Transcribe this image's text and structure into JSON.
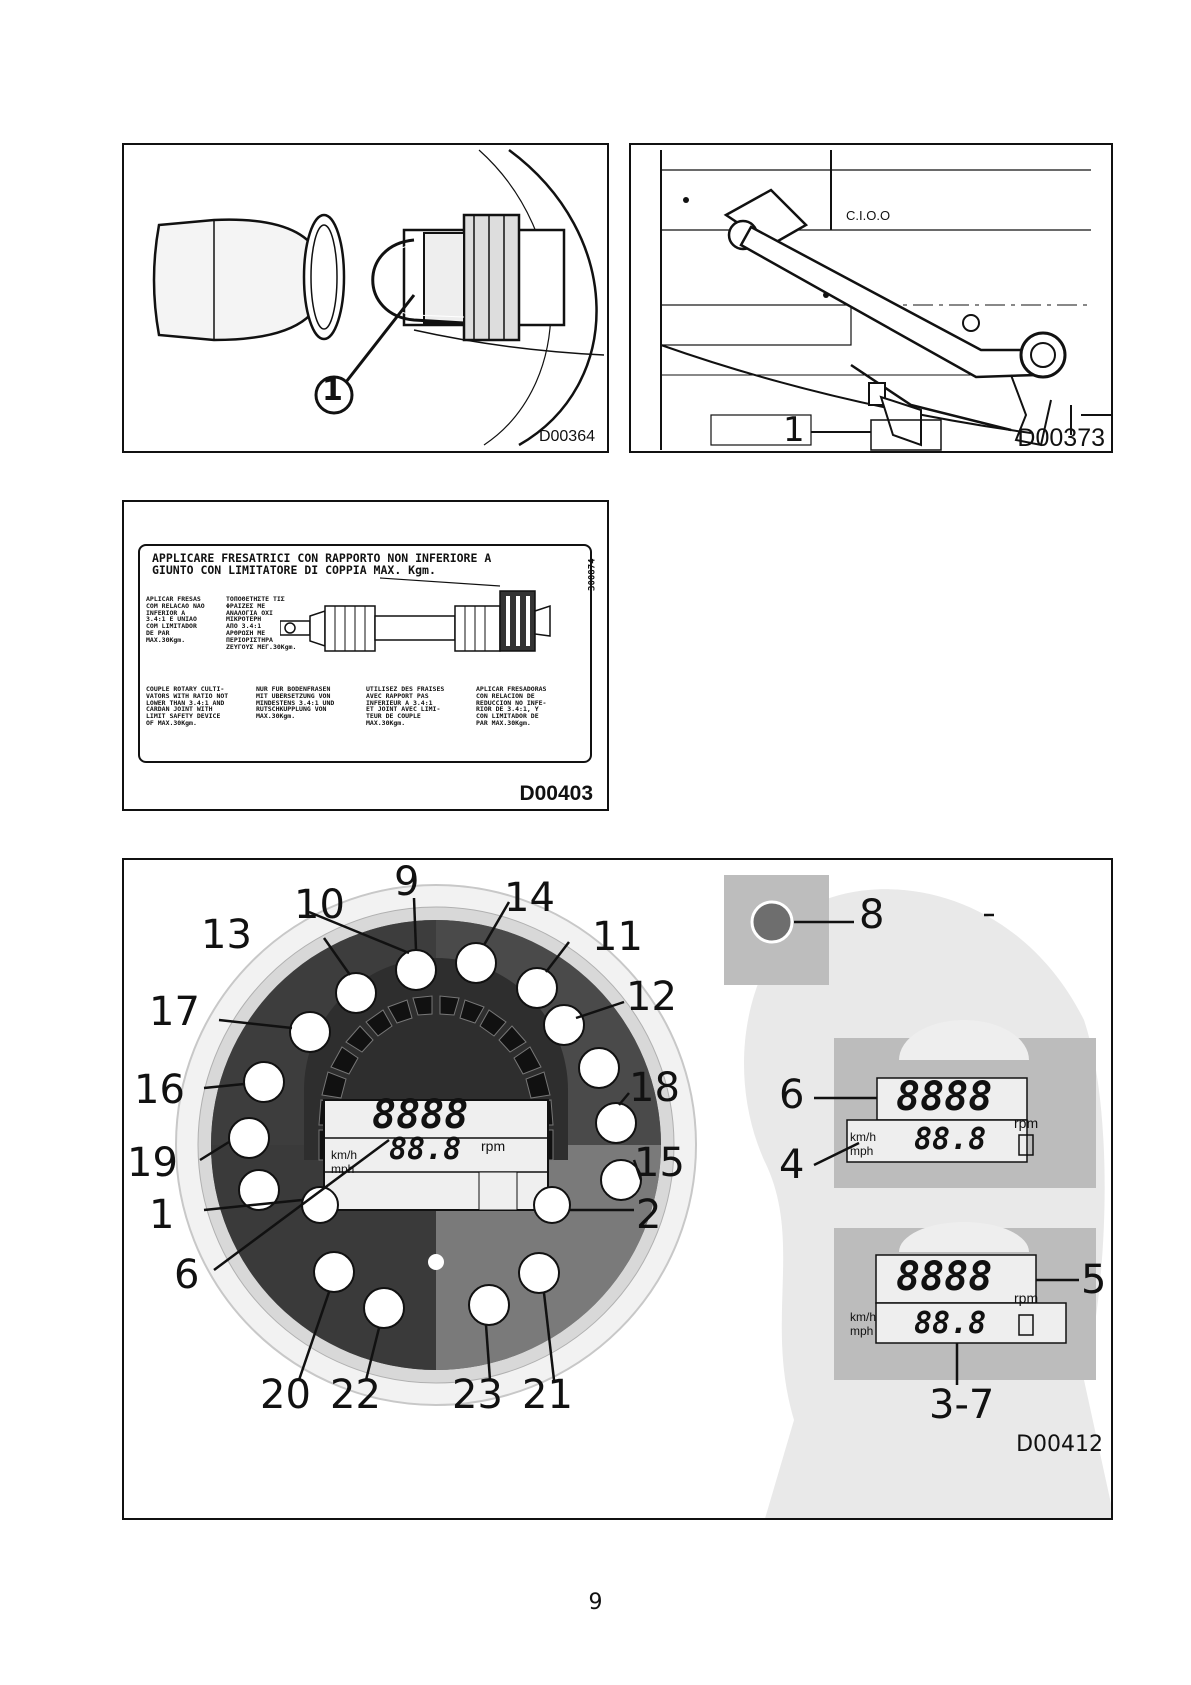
{
  "figures": {
    "fig1": {
      "code": "D00364",
      "callout": "1"
    },
    "fig2": {
      "code": "D00373",
      "callout": "1",
      "plate_text": "C.I.O.O"
    },
    "fig3": {
      "code": "D00403",
      "side_code": "300874",
      "header": "APPLICARE FRESATRICI CON RAPPORTO NON INFERIORE A\nGIUNTO CON LIMITATORE DI COPPIA MAX.  Kgm.",
      "pt": "APLICAR FRESAS\nCOM RELACAO NAO\nINFERIOR A\n3.4:1 E UNIAO\nCOM LIMITADOR\nDE PAR\nMAX.30Kgm.",
      "gr": "ΤΟΠΟΘΕΤΗΣΤΕ ΤΙΣ\nΦΡΑΙΖΕΣ ΜΕ\nΑΝΑΛΟΓΙΑ ΟΧΙ\nΜΙΚΡΟΤΕΡΗ\nΑΠΟ 3.4:1\nΑΡΘΡΩΣΗ ΜΕ\nΠΕΡΙΟΡΙΣΤΗΡΑ\nΖΕΥΓΟΥΣ ΜΕΓ.30Kgm.",
      "en": "COUPLE ROTARY CULTI-\nVATORS WITH RATIO NOT\nLOWER THAN 3.4:1 AND\nCARDAN JOINT WITH\nLIMIT SAFETY DEVICE\nOF MAX.30Kgm.",
      "de": "NUR FUR BODENFRASEN\nMIT UBERSETZUNG VON\nMINDESTENS 3.4:1 UND\nRUTSCHKUPPLUNG VON\nMAX.30Kgm.",
      "fr": "UTILISEZ DES FRAISES\nAVEC RAPPORT PAS\nINFERIEUR A 3.4:1\nET JOINT AVEC LIMI-\nTEUR DE COUPLE\nMAX.30Kgm.",
      "es": "APLICAR FRESADORAS\nCON RELACION DE\nREDUCCION NO INFE-\nRIOR DE 3.4:1, Y\nCON LIMITADOR DE\nPAR MAX.30Kgm."
    },
    "fig4": {
      "code": "D00412",
      "callouts": {
        "c1": "1",
        "c2": "2",
        "c4": "4",
        "c5": "5",
        "c6a": "6",
        "c6b": "6",
        "c8": "8",
        "c9": "9",
        "c10": "10",
        "c11": "11",
        "c12": "12",
        "c13": "13",
        "c14": "14",
        "c15": "15",
        "c16": "16",
        "c17": "17",
        "c18": "18",
        "c19": "19",
        "c20": "20",
        "c21": "21",
        "c22": "22",
        "c23": "23",
        "c37": "3-7"
      },
      "display": {
        "main": "8888",
        "speed": "88.8",
        "rpm": "rpm",
        "kmh": "km/h",
        "mph": "mph"
      }
    }
  },
  "page_number": "9"
}
